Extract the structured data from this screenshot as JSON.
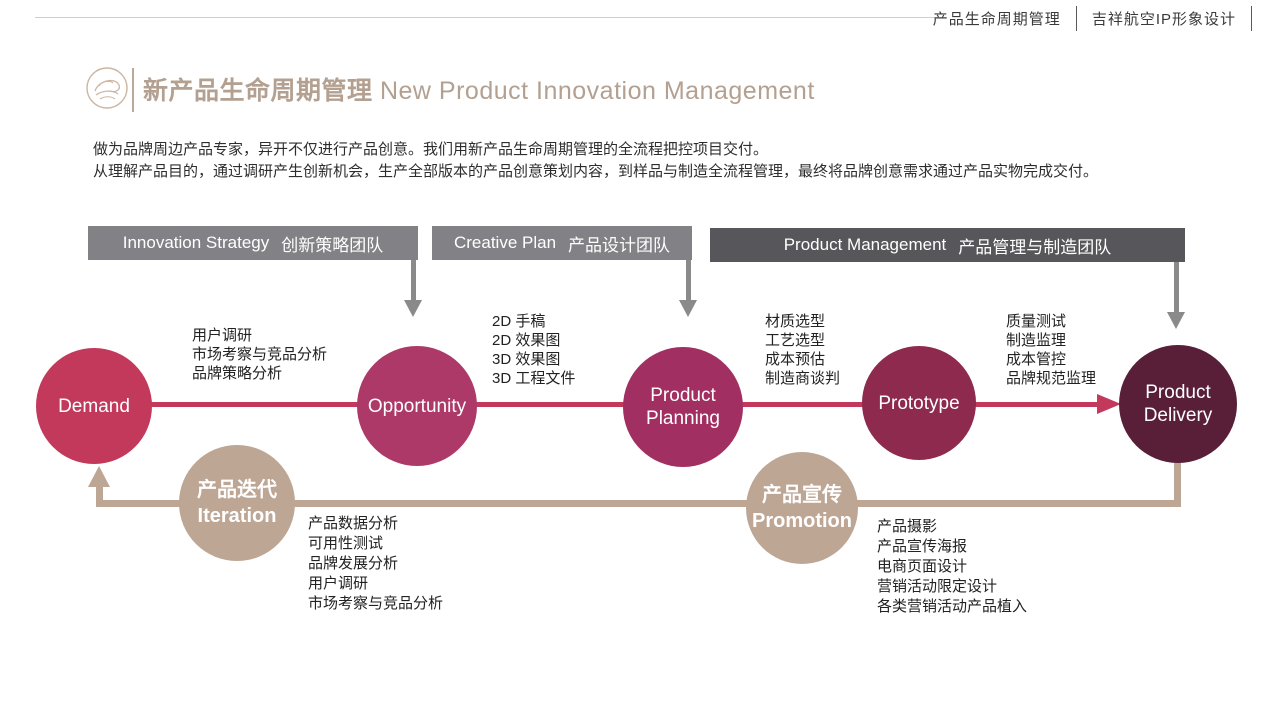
{
  "top_bar": {
    "left_label": "产品生命周期管理",
    "right_label": "吉祥航空IP形象设计"
  },
  "header": {
    "title_zh": "新产品生命周期管理",
    "title_en": "New Product Innovation Management",
    "logo": "juneyao-seal-icon"
  },
  "intro": {
    "line1": "做为品牌周边产品专家，异开不仅进行产品创意。我们用新产品生命周期管理的全流程把控项目交付。",
    "line2": "从理解产品目的，通过调研产生创新机会，生产全部版本的产品创意策划内容，到样品与制造全流程管理，最终将品牌创意需求通过产品实物完成交付。"
  },
  "teams": [
    {
      "en": "Innovation Strategy",
      "zh": "创新策略团队"
    },
    {
      "en": "Creative Plan",
      "zh": "产品设计团队"
    },
    {
      "en": "Product Management",
      "zh": "产品管理与制造团队"
    }
  ],
  "stages": [
    {
      "lines": [
        "Demand"
      ]
    },
    {
      "lines": [
        "Opportunity"
      ]
    },
    {
      "lines": [
        "Product",
        "Planning"
      ]
    },
    {
      "lines": [
        "Prototype"
      ]
    },
    {
      "lines": [
        "Product",
        "Delivery"
      ]
    }
  ],
  "loop_nodes": [
    {
      "zh": "产品迭代",
      "en": "Iteration"
    },
    {
      "zh": "产品宣传",
      "en": "Promotion"
    }
  ],
  "lists": {
    "demand_to_opportunity": [
      "用户调研",
      "市场考察与竞品分析",
      "品牌策略分析"
    ],
    "opportunity_to_planning": [
      "2D 手稿",
      "2D 效果图",
      "3D 效果图",
      "3D 工程文件"
    ],
    "planning_to_prototype": [
      "材质选型",
      "工艺选型",
      "成本预估",
      "制造商谈判"
    ],
    "prototype_to_delivery": [
      "质量测试",
      "制造监理",
      "成本管控",
      "品牌规范监理"
    ],
    "iteration": [
      "产品数据分析",
      "可用性测试",
      "品牌发展分析",
      "用户调研",
      "市场考察与竞品分析"
    ],
    "promotion": [
      "产品摄影",
      "产品宣传海报",
      "电商页面设计",
      "营销活动限定设计",
      "各类营销活动产品植入"
    ]
  },
  "colors": {
    "flow_line": "#c2395c",
    "demand": "#c2395c",
    "opportunity": "#ad3968",
    "planning": "#a22f61",
    "prototype": "#8d2a4e",
    "delivery": "#591f38",
    "loop_tan": "#bea695",
    "team_box": "#828186",
    "team_box_dark": "#57565a",
    "title": "#b3a091",
    "arrow_gray": "#8a8a8a"
  }
}
